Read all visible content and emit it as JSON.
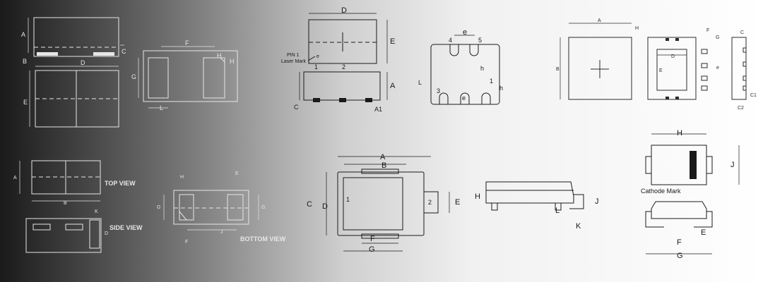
{
  "labels": {
    "A": "A",
    "B": "B",
    "C": "C",
    "D": "D",
    "E": "E",
    "F": "F",
    "G": "G",
    "H": "H",
    "J": "J",
    "K": "K",
    "L": "L",
    "A1": "A1",
    "C1": "C1",
    "C2": "C2",
    "e": "e",
    "h": "h",
    "n1": "1",
    "n2": "2",
    "n3": "3",
    "n4": "4",
    "n5": "5",
    "pin1_line1": "PIN 1",
    "pin1_line2": "Laser Mark",
    "top_view": "TOP VIEW",
    "side_view": "SIDE VIEW",
    "bottom_view": "BOTTOM VIEW",
    "cathode_mark": "Cathode Mark"
  },
  "colors": {
    "dark_stroke": "#1a1a1a",
    "light_stroke": "#e6e6e6",
    "mid_stroke": "#2b2b2b"
  }
}
